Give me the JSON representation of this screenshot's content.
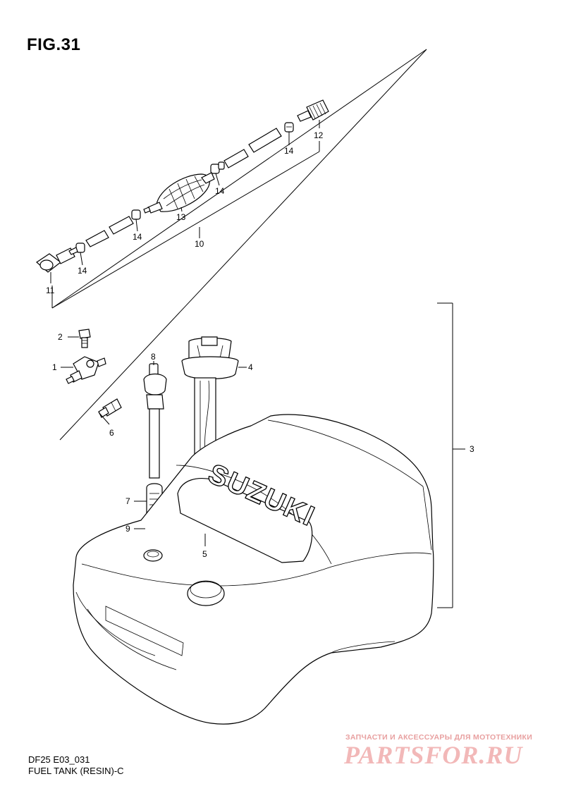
{
  "figure": {
    "title": "FIG.31",
    "code": "DF25  E03_031",
    "name": "FUEL TANK (RESIN)-C"
  },
  "callouts": {
    "c1": "1",
    "c2": "2",
    "c3": "3",
    "c4": "4",
    "c5": "5",
    "c6": "6",
    "c7": "7",
    "c8": "8",
    "c9": "9",
    "c10": "10",
    "c11": "11",
    "c12": "12",
    "c13": "13",
    "c14a": "14",
    "c14b": "14",
    "c14c": "14",
    "c14d": "14"
  },
  "tank": {
    "embossing": "SUZUKI"
  },
  "watermark": {
    "caption": "ЗАПЧАСТИ И АКСЕССУАРЫ ДЛЯ МОТОТЕХНИКИ",
    "logo": "PARTSFOR.RU"
  }
}
